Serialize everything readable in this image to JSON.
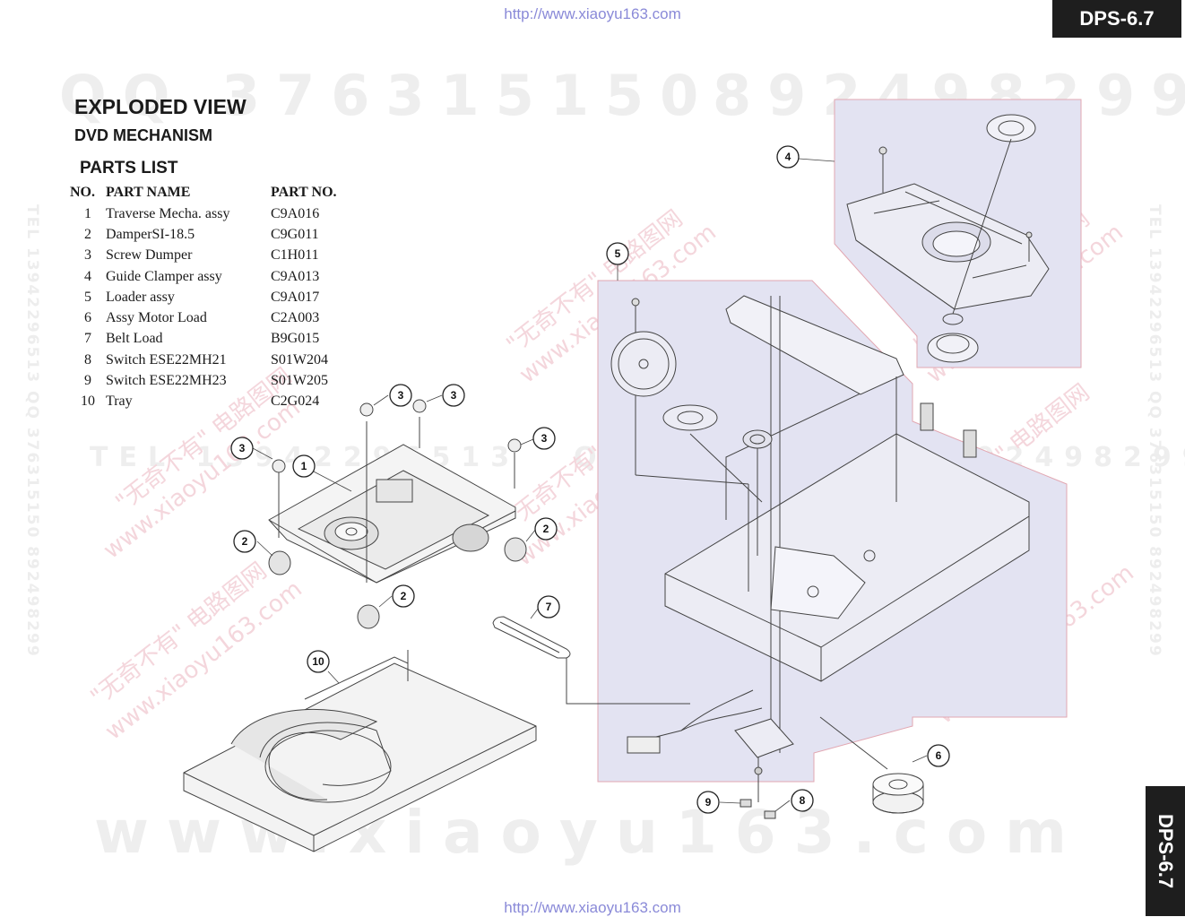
{
  "header": {
    "url_top": "http://www.xiaoyu163.com",
    "model_badge": "DPS-6.7"
  },
  "footer": {
    "url_bottom": "http://www.xiaoyu163.com",
    "model_badge_vertical": "DPS-6.7"
  },
  "title": {
    "main": "EXPLODED VIEW",
    "sub": "DVD MECHANISM",
    "parts_heading": "PARTS LIST"
  },
  "parts_table": {
    "headers": {
      "no": "NO.",
      "name": "PART NAME",
      "part_no": "PART NO."
    },
    "rows": [
      {
        "no": "1",
        "name": "Traverse Mecha. assy",
        "part_no": "C9A016"
      },
      {
        "no": "2",
        "name": "DamperSI-18.5",
        "part_no": "C9G011"
      },
      {
        "no": "3",
        "name": "Screw Dumper",
        "part_no": "C1H011"
      },
      {
        "no": "4",
        "name": "Guide Clamper assy",
        "part_no": "C9A013"
      },
      {
        "no": "5",
        "name": "Loader assy",
        "part_no": "C9A017"
      },
      {
        "no": "6",
        "name": "Assy Motor Load",
        "part_no": "C2A003"
      },
      {
        "no": "7",
        "name": "Belt Load",
        "part_no": "B9G015"
      },
      {
        "no": "8",
        "name": "Switch ESE22MH21",
        "part_no": "S01W204"
      },
      {
        "no": "9",
        "name": "Switch ESE22MH23",
        "part_no": "S01W205"
      },
      {
        "no": "10",
        "name": "Tray",
        "part_no": "C2G024"
      }
    ]
  },
  "watermarks": {
    "qq_top_left": "QQ 376315150",
    "qq_top_right": "892498299",
    "bottom_site": "www.xiaoyu163.com",
    "mid_tel": "TEL 13942296513",
    "mid_qq": "QQ 376315150  892498299",
    "side_text": "TEL 13942296513  QQ 376315150  892498299",
    "slogan": "\"无奇不有\" 电路图网",
    "site": "www.xiaoyu163.com"
  },
  "callouts": [
    "1",
    "2",
    "2",
    "2",
    "3",
    "3",
    "3",
    "3",
    "4",
    "5",
    "6",
    "7",
    "8",
    "9",
    "10"
  ],
  "colors": {
    "highlight_fill": "#e3e3f2",
    "highlight_border": "#e2a7b2",
    "badge": "#1e1e1e",
    "url": "#8a8ad8"
  }
}
